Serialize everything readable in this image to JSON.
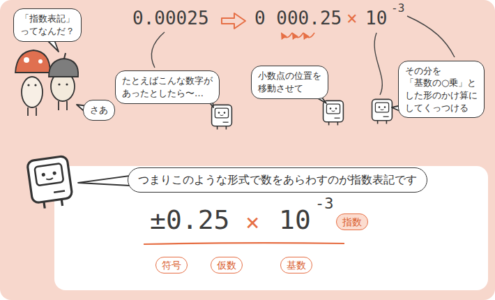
{
  "diagram": {
    "nodes": [
      {
        "text": [
          "「指数表記」 ってなんだ？"
        ]
      },
      {
        "text": [
          "さあ"
        ]
      },
      {
        "text": [
          "たとえばこんな数字が あったとしたら〜…"
        ]
      },
      {
        "text": [
          "小数点の位置を 移動させて"
        ]
      },
      {
        "text": [
          "その分を 「基数の○乗」と した形のかけ算に してくっつける"
        ]
      },
      {
        "text": [
          "つまりこのような形式で数をあらわすのが指数表記です"
        ]
      },
      {
        "text": [
          "指数"
        ]
      },
      {
        "text": [
          "符号"
        ]
      },
      {
        "text": [
          "仮数"
        ]
      },
      {
        "text": [
          "基数"
        ]
      }
    ],
    "labels": [
      "0.00025",
      "0 000.25",
      "×",
      "10",
      "-3",
      "±0.25",
      "×",
      "10",
      "-3"
    ]
  }
}
